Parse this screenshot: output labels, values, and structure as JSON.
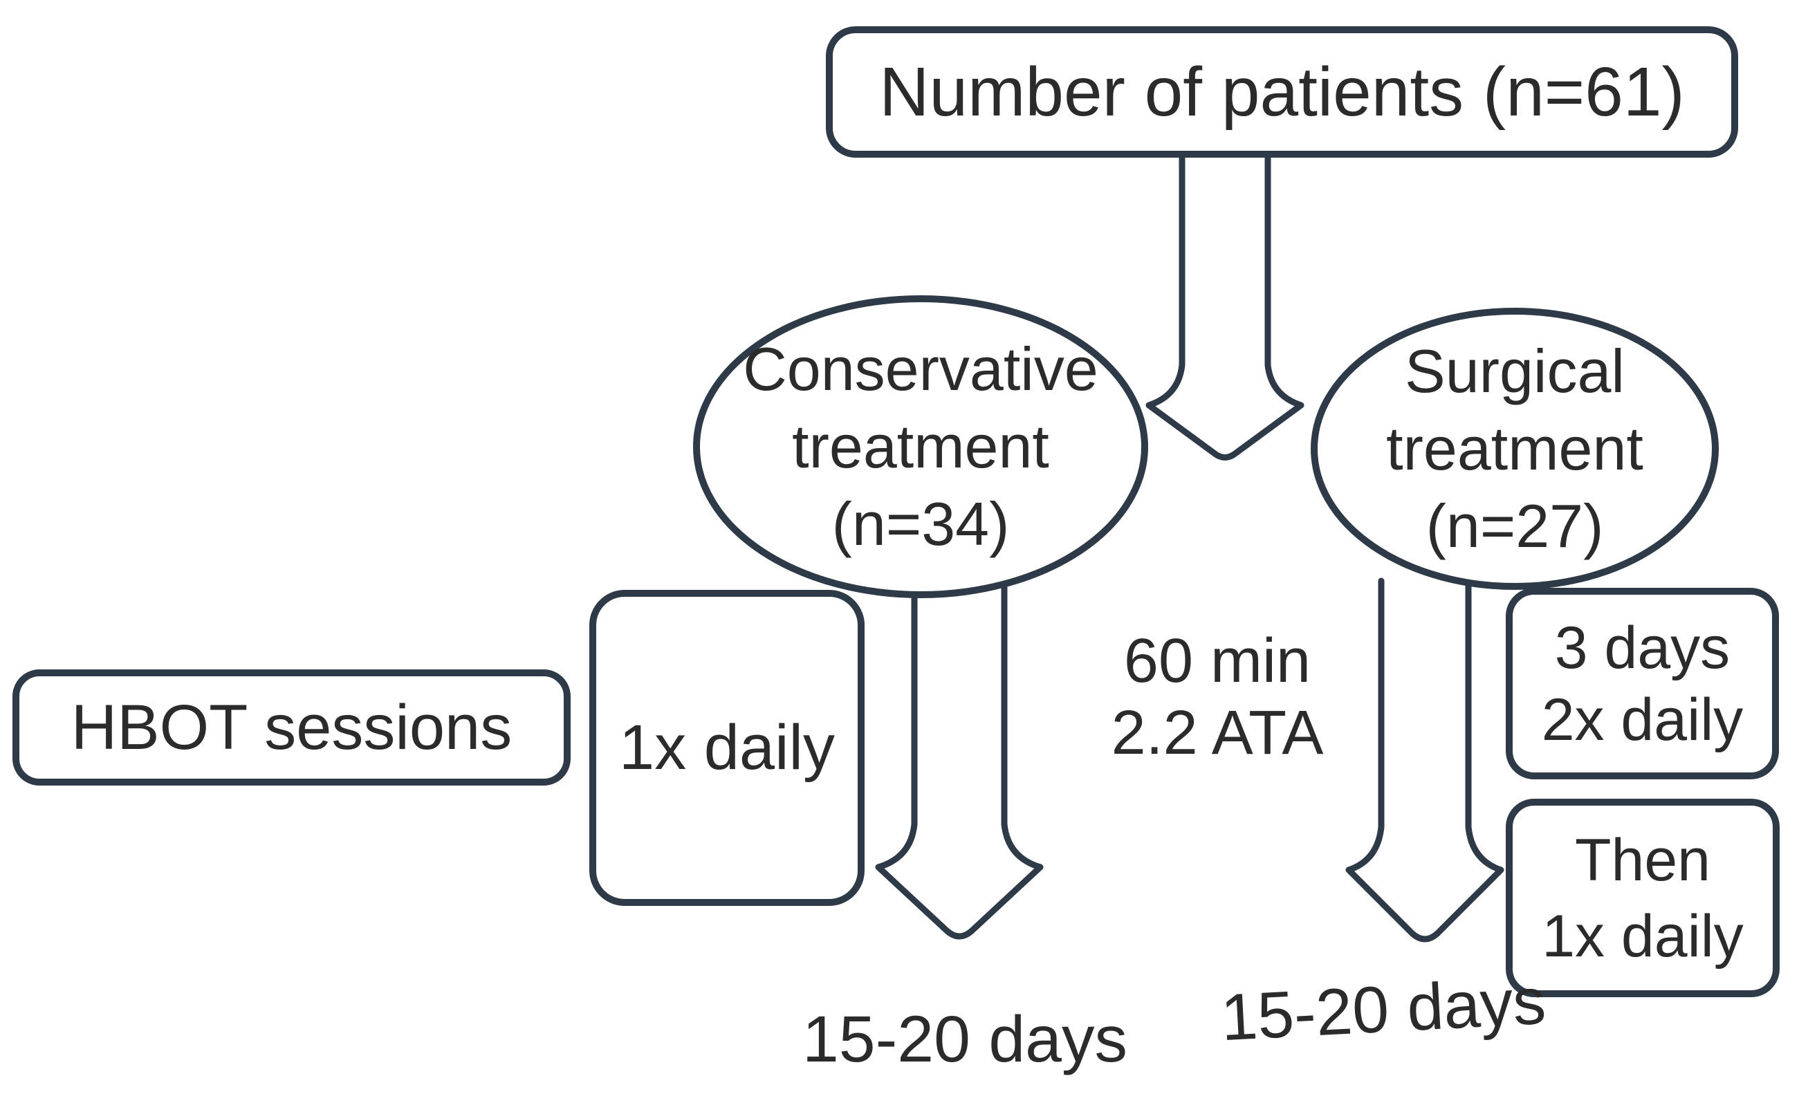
{
  "figure": {
    "background": "#ffffff",
    "stroke_color": "#2e3a47",
    "text_color": "#2b2b2b",
    "nodes": {
      "patients": {
        "label": "Number of patients (n=61)"
      },
      "conservative": {
        "line1": "Conservative",
        "line2": "treatment",
        "line3": "(n=34)"
      },
      "surgical": {
        "line1": "Surgical",
        "line2": "treatment",
        "line3": "(n=27)"
      },
      "hbot": {
        "label": "HBOT sessions"
      },
      "conservative_schedule": {
        "label": "1x daily"
      },
      "session": {
        "line1": "60 min",
        "line2": "2.2 ATA"
      },
      "surgical_schedule_initial": {
        "line1": "3 days",
        "line2": "2x daily"
      },
      "surgical_schedule_then": {
        "line1": "Then",
        "line2": "1x daily"
      },
      "conservative_duration": {
        "label": "15-20 days"
      },
      "surgical_duration": {
        "label": "15-20 days"
      }
    }
  }
}
